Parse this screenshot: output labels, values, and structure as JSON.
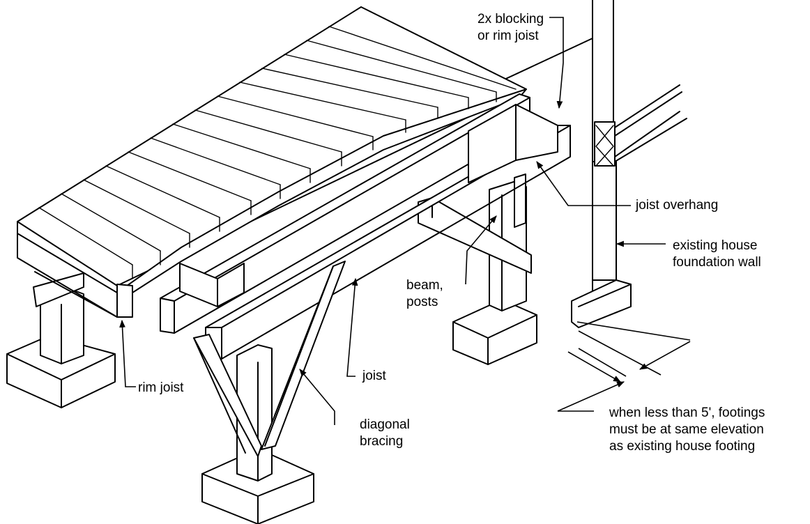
{
  "labels": {
    "blocking": [
      "2x blocking",
      "or rim joist"
    ],
    "joist_overhang": [
      "joist overhang"
    ],
    "foundation_wall": [
      "existing house",
      "foundation wall"
    ],
    "beam_posts": [
      "beam,",
      "posts"
    ],
    "rim_joist": [
      "rim joist"
    ],
    "joist": [
      "joist"
    ],
    "diagonal_bracing": [
      "diagonal",
      "bracing"
    ],
    "footing_note": [
      "when less than 5', footings",
      "must be at same elevation",
      "as existing house footing"
    ]
  }
}
